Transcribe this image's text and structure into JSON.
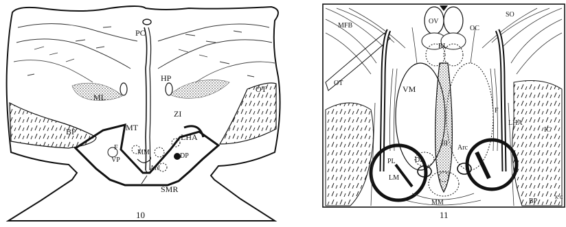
{
  "figures": [
    {
      "caption": "10",
      "labels": {
        "pc": "PC",
        "hp": "HP",
        "ml": "ML",
        "zi": "ZI",
        "ot": "OT",
        "bp": "BP",
        "mt": "MT",
        "f": "F",
        "vp": "VP",
        "mm": "MM",
        "lha": "LHA",
        "dp": "DP",
        "arc": "Arc",
        "smr": "SMR"
      }
    },
    {
      "caption": "11",
      "labels": {
        "mfb": "MFB",
        "so": "SO",
        "ov": "OV",
        "oc": "OC",
        "pl_top": "P.L",
        "ot": "OT",
        "vm": "VM",
        "f": "F",
        "lha": "LHA",
        "ic": "IC",
        "iii": "III",
        "arc": "Arc",
        "pl": "PL",
        "dp": "DP",
        "lm": "LM",
        "mm": "MM",
        "bp": "BP",
        "kc": "K C"
      }
    }
  ]
}
